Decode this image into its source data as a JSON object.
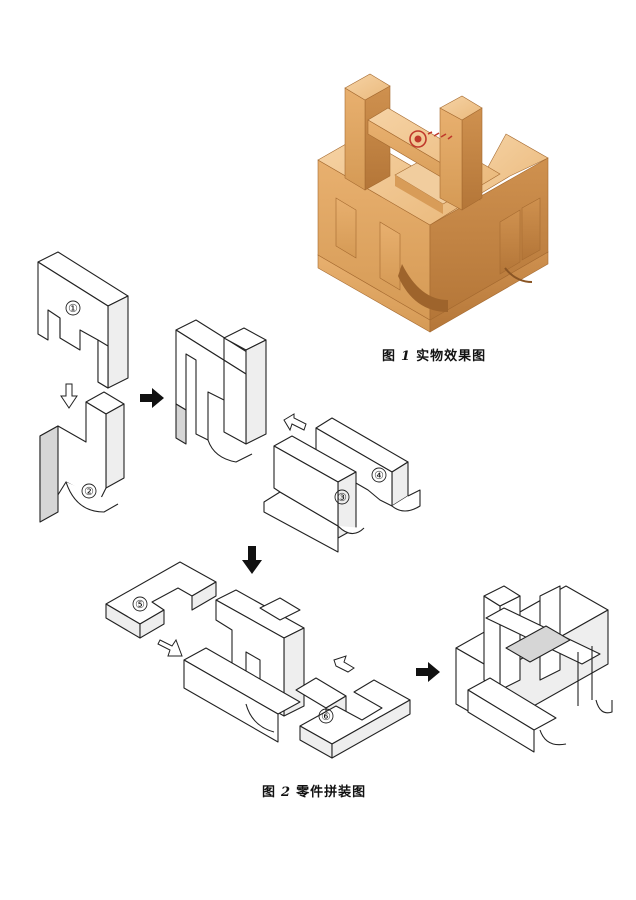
{
  "figure1": {
    "prefix": "图",
    "number": "1",
    "title": "实物效果图"
  },
  "figure2": {
    "prefix": "图",
    "number": "2",
    "title": "零件拼装图"
  },
  "parts": [
    "①",
    "②",
    "③",
    "④",
    "⑤",
    "⑥"
  ],
  "colors": {
    "wood_top": "#f2c591",
    "wood_left": "#e4a968",
    "wood_right": "#c88a47",
    "seal": "#c0392b",
    "ink": "#222222"
  },
  "icons": {
    "arrow_solid": "solid-arrow-icon",
    "arrow_hollow": "hollow-arrow-icon"
  }
}
